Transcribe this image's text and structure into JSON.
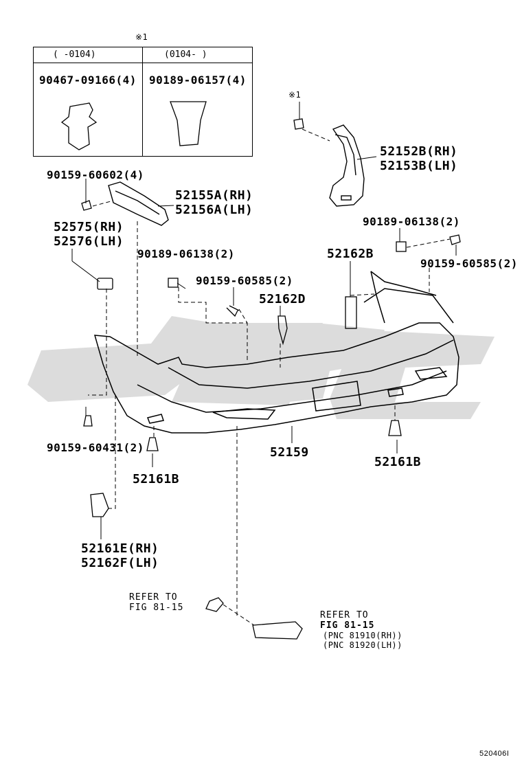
{
  "watermark": "GGC",
  "inset": {
    "note_mark": "※1",
    "columns": [
      {
        "range": "(     -0104)",
        "part": "90467-09166(4)"
      },
      {
        "range": "(0104-      )",
        "part": "90189-06157(4)"
      }
    ]
  },
  "parts": {
    "p52152b": "52152B(RH)",
    "p52153b": "52153B(LH)",
    "note_mark2": "※1",
    "p90159_60602": "90159-60602(4)",
    "p52155a": "52155A(RH)",
    "p52156a": "52156A(LH)",
    "p52575": "52575(RH)",
    "p52576": "52576(LH)",
    "p90189_06138_right": "90189-06138(2)",
    "p90159_60585_right": "90159-60585(2)",
    "p52162b": "52162B",
    "p90189_06138_left": "90189-06138(2)",
    "p90159_60585_left": "90159-60585(2)",
    "p52162d": "52162D",
    "p90159_60431": "90159-60431(2)",
    "p52161b_left": "52161B",
    "p52159": "52159",
    "p52161b_right": "52161B",
    "p52161e": "52161E(RH)",
    "p52162f": "52162F(LH)"
  },
  "refer_left": {
    "line1": "REFER TO",
    "line2": "FIG 81-15"
  },
  "refer_right": {
    "line1": "REFER TO",
    "line2": "FIG 81-15",
    "line3": "(PNC 81910(RH))",
    "line4": "(PNC 81920(LH))"
  },
  "figure_id": "520406I"
}
